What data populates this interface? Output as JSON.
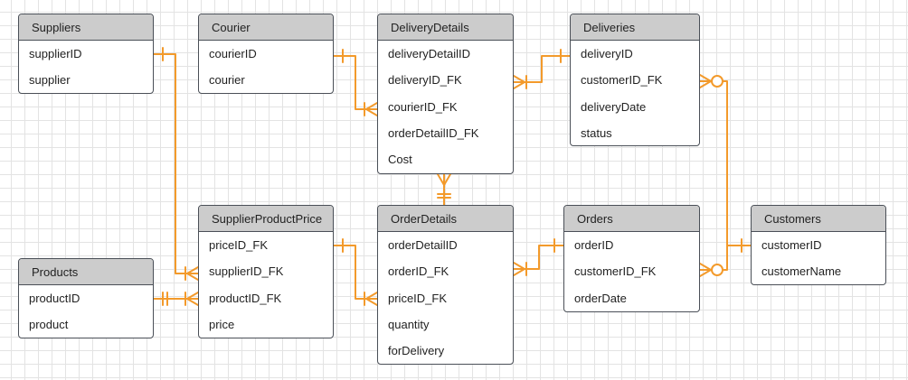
{
  "diagram": {
    "line_color": "#f39a2b",
    "entities": [
      {
        "key": "suppliers",
        "title": "Suppliers",
        "fields": [
          "supplierID",
          "supplier"
        ]
      },
      {
        "key": "courier",
        "title": "Courier",
        "fields": [
          "courierID",
          "courier"
        ]
      },
      {
        "key": "deliverydetails",
        "title": "DeliveryDetails",
        "fields": [
          "deliveryDetailID",
          "deliveryID_FK",
          "courierID_FK",
          "orderDetailID_FK",
          "Cost"
        ]
      },
      {
        "key": "deliveries",
        "title": "Deliveries",
        "fields": [
          "deliveryID",
          "customerID_FK",
          "deliveryDate",
          "status"
        ]
      },
      {
        "key": "supplierproductprice",
        "title": "SupplierProductPrice",
        "fields": [
          "priceID_FK",
          "supplierID_FK",
          "productID_FK",
          "price"
        ]
      },
      {
        "key": "orderdetails",
        "title": "OrderDetails",
        "fields": [
          "orderDetailID",
          "orderID_FK",
          "priceID_FK",
          "quantity",
          "forDelivery"
        ]
      },
      {
        "key": "orders",
        "title": "Orders",
        "fields": [
          "orderID",
          "customerID_FK",
          "orderDate"
        ]
      },
      {
        "key": "customers",
        "title": "Customers",
        "fields": [
          "customerID",
          "customerName"
        ]
      },
      {
        "key": "products",
        "title": "Products",
        "fields": [
          "productID",
          "product"
        ]
      }
    ],
    "relationships": [
      {
        "from": "suppliers.supplierID",
        "to": "supplierproductprice.supplierID_FK",
        "from_card": "one",
        "to_card": "many"
      },
      {
        "from": "courier.courierID",
        "to": "deliverydetails.courierID_FK",
        "from_card": "one",
        "to_card": "many"
      },
      {
        "from": "deliveries.deliveryID",
        "to": "deliverydetails.deliveryID_FK",
        "from_card": "one",
        "to_card": "many"
      },
      {
        "from": "deliverydetails",
        "to": "orderdetails",
        "from_card": "many",
        "to_card": "one-only"
      },
      {
        "from": "supplierproductprice.priceID_FK",
        "to": "orderdetails.priceID_FK",
        "from_card": "one",
        "to_card": "many"
      },
      {
        "from": "orders.orderID",
        "to": "orderdetails.orderID_FK",
        "from_card": "one",
        "to_card": "many"
      },
      {
        "from": "products.productID",
        "to": "supplierproductprice.productID_FK",
        "from_card": "one-only",
        "to_card": "many"
      },
      {
        "from": "customers.customerID",
        "to": "deliveries.customerID_FK",
        "from_card": "one",
        "to_card": "zero-or-many"
      },
      {
        "from": "customers.customerID",
        "to": "orders.customerID_FK",
        "from_card": "one",
        "to_card": "zero-or-many"
      }
    ]
  }
}
